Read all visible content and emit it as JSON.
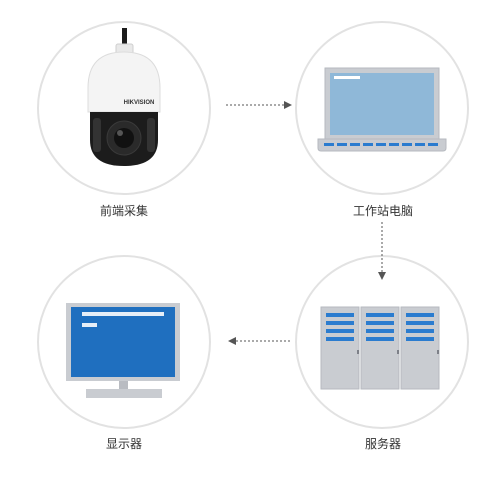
{
  "nodes": {
    "camera": {
      "label": "前端采集",
      "brand": "HIKVISION"
    },
    "laptop": {
      "label": "工作站电脑"
    },
    "monitor": {
      "label": "显示器"
    },
    "server": {
      "label": "服务器"
    }
  },
  "colors": {
    "circle_border": "#e2e2e2",
    "screen_blue": "#1f6fbf",
    "laptop_screen": "#8fb8d8",
    "device_gray": "#c9ccd1",
    "server_stripe": "#2b7ccf",
    "arrow": "#555555",
    "camera_body": "#1c1c1c",
    "camera_dome": "#f4f4f4"
  },
  "flow": [
    "camera",
    "laptop",
    "server",
    "monitor"
  ]
}
